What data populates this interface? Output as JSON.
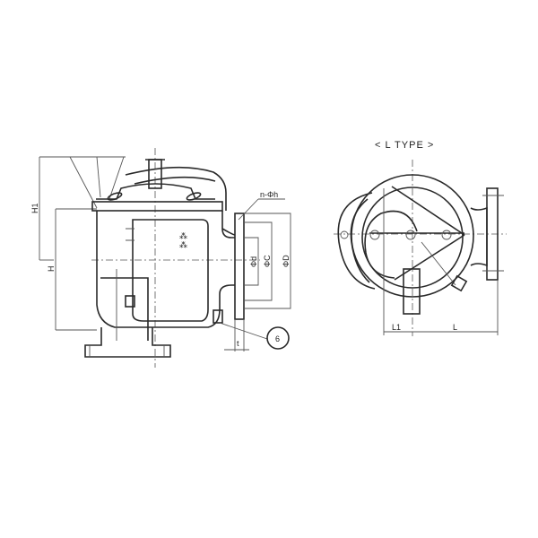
{
  "drawing": {
    "front_view": {
      "labels": {
        "h1": "H1",
        "h": "H",
        "bolt_holes": "n-Φh",
        "d_small": "Φd",
        "c": "ΦC",
        "d_large": "ΦD",
        "t": "t",
        "balloon": "6"
      }
    },
    "side_view": {
      "title": "< L TYPE >",
      "labels": {
        "l1": "L1",
        "l": "L"
      }
    }
  }
}
